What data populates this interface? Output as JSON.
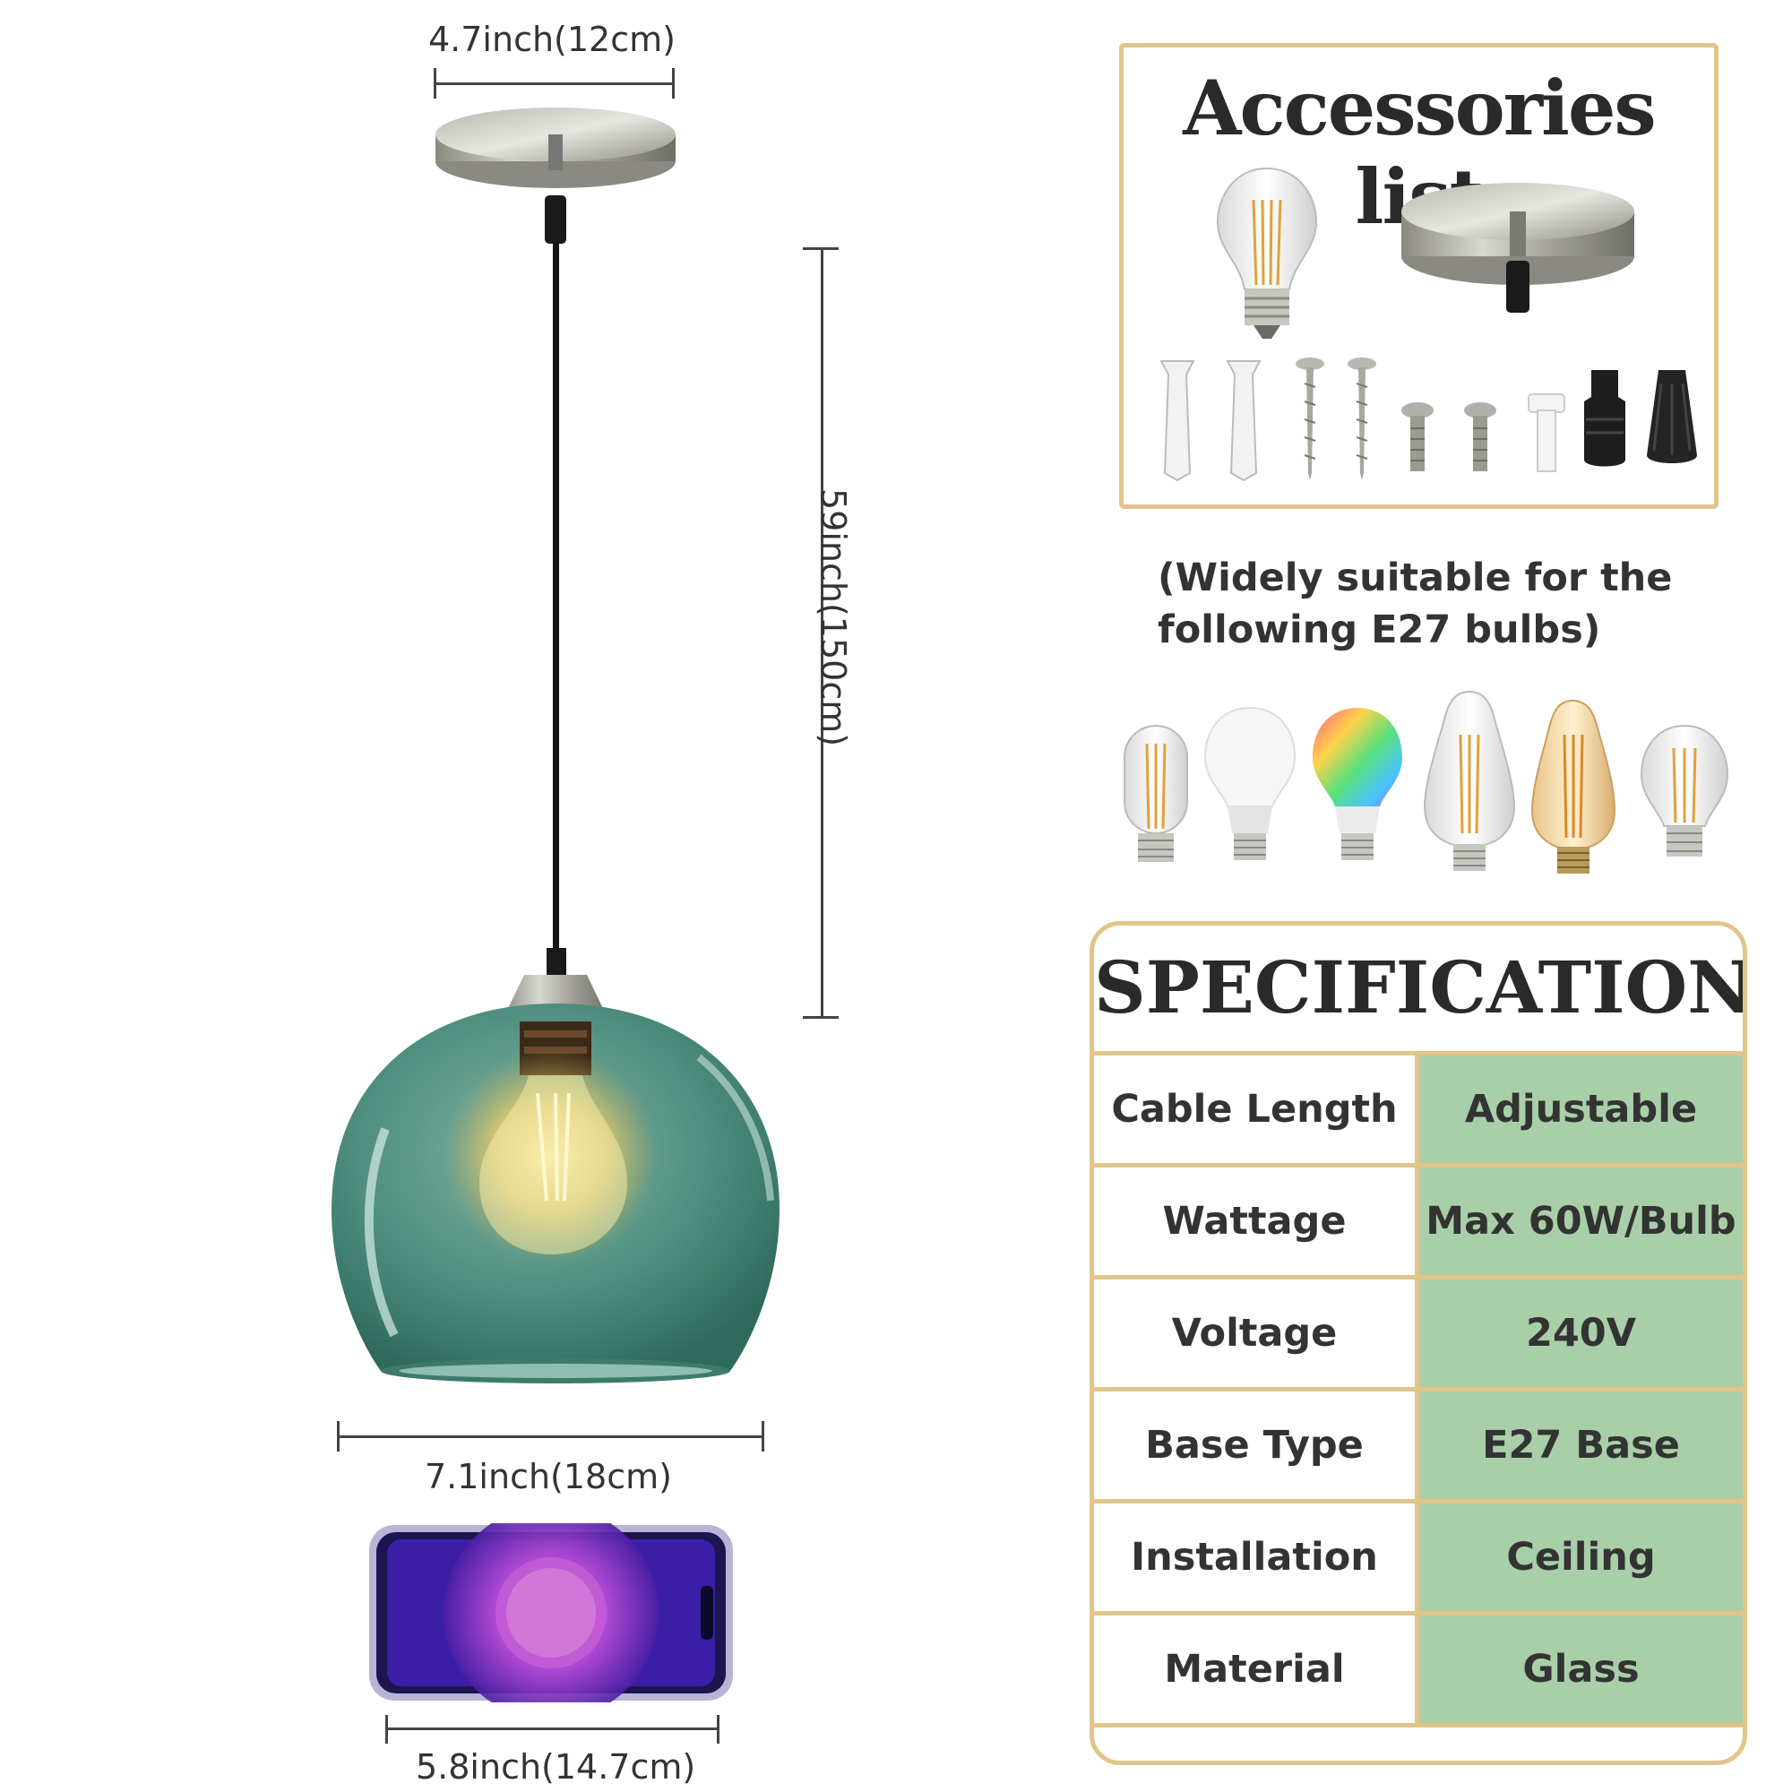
{
  "dimensions": {
    "canopy_width": "4.7inch(12cm)",
    "cable_length": "59inch(150cm)",
    "shade_width": "7.1inch(18cm)",
    "phone_width": "5.8inch(14.7cm)"
  },
  "accessories": {
    "title": "Accessories list",
    "items": [
      "bulb-icon",
      "canopy-icon",
      "wall-anchor-icon",
      "wall-anchor-icon",
      "screw-icon",
      "screw-icon",
      "bolt-icon",
      "bolt-icon",
      "plastic-screw-icon",
      "cable-grip-icon",
      "cable-grip-cap-icon"
    ]
  },
  "suitable_bulbs": {
    "text": "(Widely suitable for the following E27 bulbs)",
    "bulbs": [
      "tubular-filament-bulb",
      "white-led-bulb",
      "rgb-smart-bulb",
      "st64-filament-bulb",
      "amber-st64-bulb",
      "a19-filament-bulb"
    ]
  },
  "specification": {
    "title": "SPECIFICATION",
    "rows": [
      {
        "label": "Cable Length",
        "value": "Adjustable"
      },
      {
        "label": "Wattage",
        "value": "Max 60W/Bulb"
      },
      {
        "label": "Voltage",
        "value": "240V"
      },
      {
        "label": "Base Type",
        "value": "E27 Base"
      },
      {
        "label": "Installation",
        "value": "Ceiling"
      },
      {
        "label": "Material",
        "value": "Glass"
      }
    ]
  },
  "colors": {
    "panel_border": "#e2c48a",
    "spec_value_bg": "#a9cfa8",
    "glass_green": "#4f8f7f"
  }
}
